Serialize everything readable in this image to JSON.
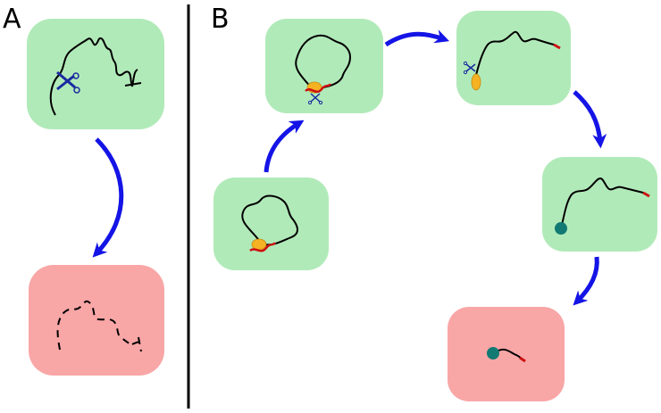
{
  "panels": [
    {
      "label": "A"
    },
    {
      "label": "B"
    }
  ],
  "colors": {
    "background": "#ffffff",
    "intact_box": "#b1eab9",
    "degraded_box": "#f9a6a6",
    "arrow": "#1414e6",
    "strand": "#000000",
    "scissors": "#1a2aa0",
    "enzyme": "#f5b223",
    "tail": "#cc1111",
    "exonuclease": "#137a73",
    "divider": "#000000"
  },
  "diagram": {
    "panel_a": {
      "steps": [
        "intact-loop-with-scissors",
        "fragmented-strand"
      ]
    },
    "panel_b": {
      "steps": [
        "loop-with-enzyme",
        "loop-enzyme-cut",
        "opened-strand-with-enzyme",
        "strand-with-exonuclease",
        "degraded-stub"
      ]
    }
  }
}
